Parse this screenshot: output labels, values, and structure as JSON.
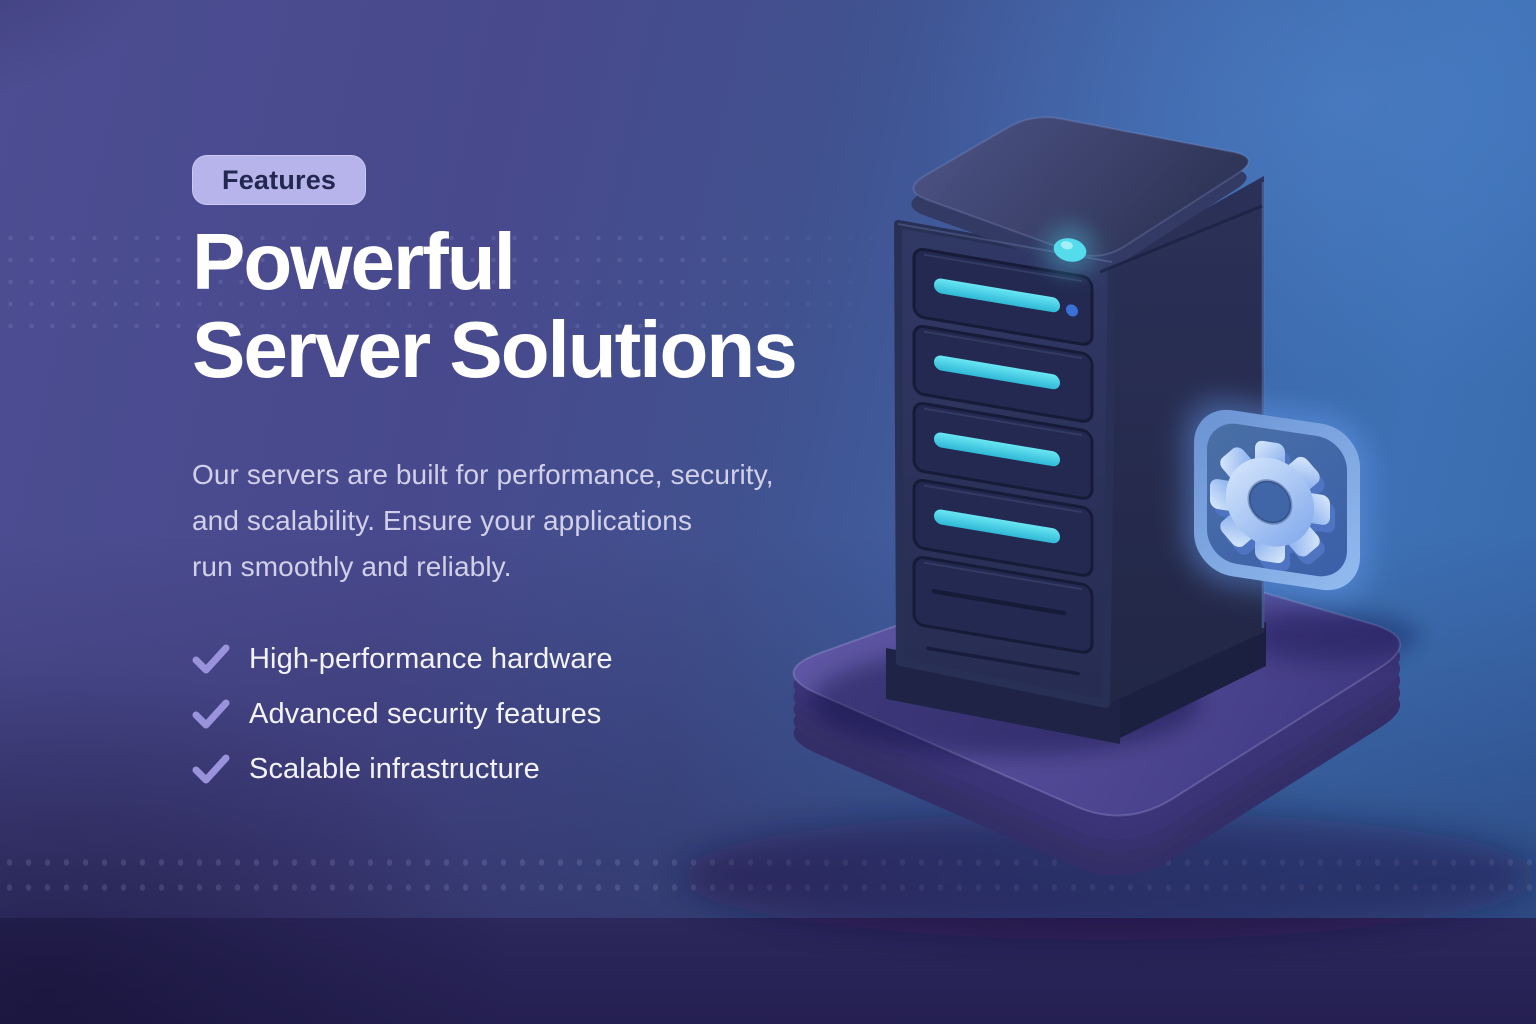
{
  "badge": {
    "label": "Features"
  },
  "heading": {
    "line1": "Powerful",
    "line2": "Server Solutions"
  },
  "description": {
    "line1": "Our servers are built for performance, security,",
    "line2": "and scalability. Ensure your applications",
    "line3": "run smoothly and reliably."
  },
  "features": [
    {
      "label": "High-performance hardware"
    },
    {
      "label": "Advanced security features"
    },
    {
      "label": "Scalable infrastructure"
    }
  ],
  "illustration": {
    "type": "3d-server-tower",
    "elements": [
      "server-tower-icon",
      "drive-bay",
      "status-bar",
      "power-led-icon",
      "gear-icon",
      "platform",
      "dot-pattern"
    ],
    "bay_count": 5,
    "lit_bays": 4
  },
  "colors": {
    "background_purple": "#4c4d92",
    "background_blue": "#3d70b4",
    "floor_dark": "#262151",
    "badge_bg": "#b6b4ea",
    "badge_text": "#232850",
    "heading_text": "#ffffff",
    "body_text": "#d2d0e9",
    "check_accent": "#9a93dc",
    "led_cyan": "#54dcec",
    "bay_bar_cyan": "#4fd0e8",
    "gear_blue": "#7ca6ea",
    "badge_panel_blue": "#3f64aa",
    "platform_purple": "#554d99",
    "server_navy": "#2b3157"
  }
}
